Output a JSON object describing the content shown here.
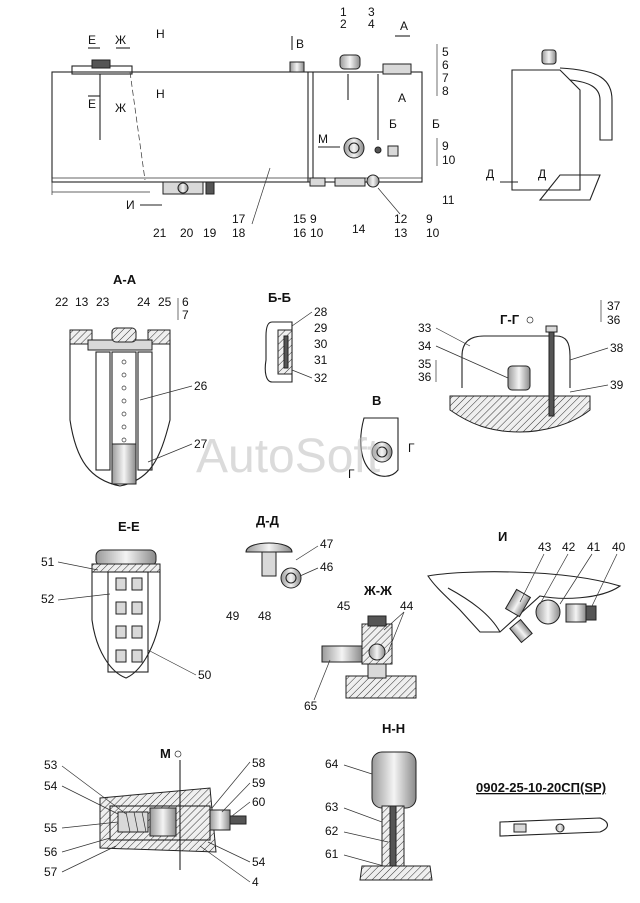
{
  "watermark": "AutoSoft",
  "document_id": "0902-25-10-20СП(SP)",
  "views": {
    "aa": "А-А",
    "bb": "Б-Б",
    "gg": "Г-Г",
    "v": "В",
    "ee": "Е-Е",
    "dd": "Д-Д",
    "i": "И",
    "zhzh": "Ж-Ж",
    "m": "М",
    "nn": "Н-Н"
  },
  "section_marks": {
    "e": "Е",
    "zh": "Ж",
    "n": "Н",
    "v": "В",
    "a": "А",
    "b": "Б",
    "d": "Д",
    "i": "И",
    "m": "М",
    "g": "Г"
  },
  "callouts": [
    "1",
    "2",
    "3",
    "4",
    "5",
    "6",
    "7",
    "8",
    "9",
    "10",
    "11",
    "12",
    "13",
    "14",
    "15",
    "16",
    "17",
    "18",
    "19",
    "20",
    "21",
    "22",
    "23",
    "24",
    "25",
    "26",
    "27",
    "28",
    "29",
    "30",
    "31",
    "32",
    "33",
    "34",
    "35",
    "36",
    "37",
    "38",
    "39",
    "40",
    "41",
    "42",
    "43",
    "44",
    "45",
    "46",
    "47",
    "48",
    "49",
    "50",
    "51",
    "52",
    "53",
    "54",
    "55",
    "56",
    "57",
    "58",
    "59",
    "60",
    "61",
    "62",
    "63",
    "64",
    "65"
  ]
}
